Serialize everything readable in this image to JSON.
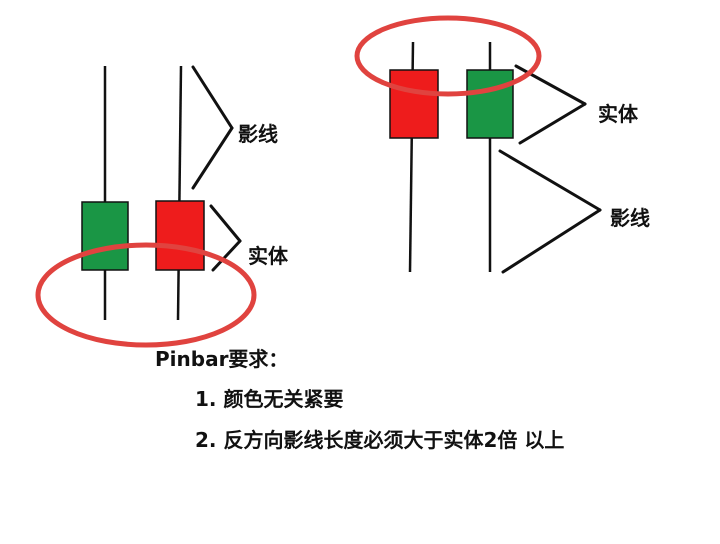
{
  "labels": {
    "left_shadow": "影线",
    "left_body": "实体",
    "right_body": "实体",
    "right_shadow": "影线"
  },
  "requirements": {
    "title": "Pinbar要求：",
    "items": [
      "1. 颜色无关紧要",
      "2. 反方向影线长度必须大于实体2倍 以上"
    ]
  },
  "colors": {
    "bullish_green": "#1a9645",
    "bearish_red": "#ee1c1c",
    "highlight_ellipse": "#e0433f",
    "line": "#111111"
  }
}
